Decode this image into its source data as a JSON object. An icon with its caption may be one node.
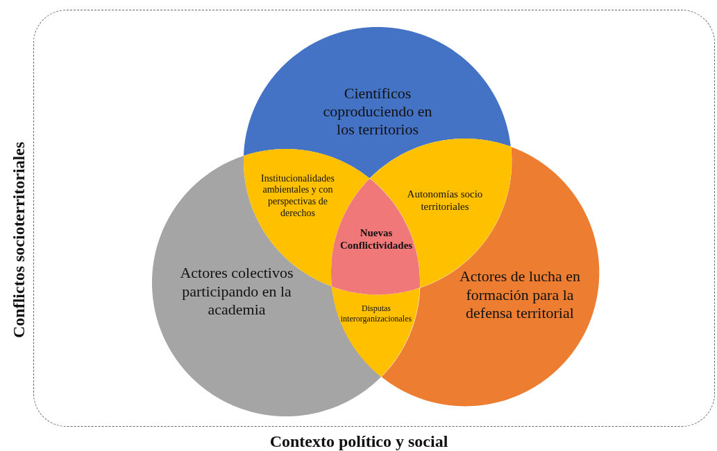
{
  "diagram": {
    "nodes": [
      {
        "text": [
          "Contexto político y social",
          "Conflictos socioterritoriales"
        ]
      },
      {
        "text": [
          "Científicos coproduciendo en los territorios"
        ],
        "in": 0
      },
      {
        "text": [
          "Actores colectivos participando en la academia"
        ],
        "in": 0
      },
      {
        "text": [
          "Actores de lucha en formación para la defensa territorial"
        ],
        "in": 0
      },
      {
        "text": [
          "Institucionalidades ambientales y con perspectivas de derechos"
        ],
        "in": 0
      },
      {
        "text": [
          "Autonomías socio territoriales"
        ],
        "in": 0
      },
      {
        "text": [
          "Disputas interorganizacionales"
        ],
        "in": 0
      },
      {
        "text": [
          "Nuevas Conflictividades"
        ],
        "in": 0
      }
    ],
    "edges": []
  }
}
